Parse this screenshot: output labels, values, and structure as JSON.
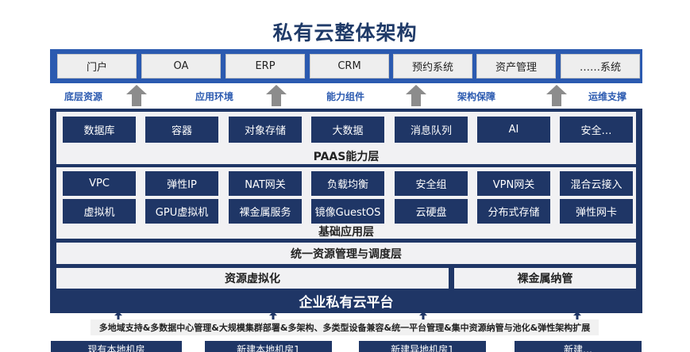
{
  "title": "私有云整体架构",
  "apps": [
    "门户",
    "OA",
    "ERP",
    "CRM",
    "预约系统",
    "资产管理",
    "……系统"
  ],
  "connectors": [
    "底层资源",
    "应用环境",
    "能力组件",
    "架构保障",
    "运维支撑"
  ],
  "paas": {
    "items": [
      "数据库",
      "容器",
      "对象存储",
      "大数据",
      "消息队列",
      "AI",
      "安全…"
    ],
    "label": "PAAS能力层"
  },
  "base": {
    "row1": [
      "VPC",
      "弹性IP",
      "NAT网关",
      "负载均衡",
      "安全组",
      "VPN网关",
      "混合云接入"
    ],
    "row2": [
      "虚拟机",
      "GPU虚拟机",
      "裸金属服务",
      "镜像GuestOS",
      "云硬盘",
      "分布式存储",
      "弹性网卡"
    ],
    "label": "基础应用层"
  },
  "unified": "统一资源管理与调度层",
  "virtualization": "资源虚拟化",
  "baremetal": "裸金属纳管",
  "platform": "企业私有云平台",
  "features": "多地域支持&多数据中心管理&大规模集群部署&多架构、多类型设备兼容&统一平台管理&集中资源纳管与池化&弹性架构扩展",
  "bottom": [
    "现有本地机房",
    "新建本地机房1",
    "新建异地机房1",
    "新建…"
  ],
  "colors": {
    "dark_navy": "#1f3666",
    "accent_blue": "#2b5ab0",
    "panel_gray": "#f1f1f3",
    "arrow_gray": "#8c8c8c"
  }
}
